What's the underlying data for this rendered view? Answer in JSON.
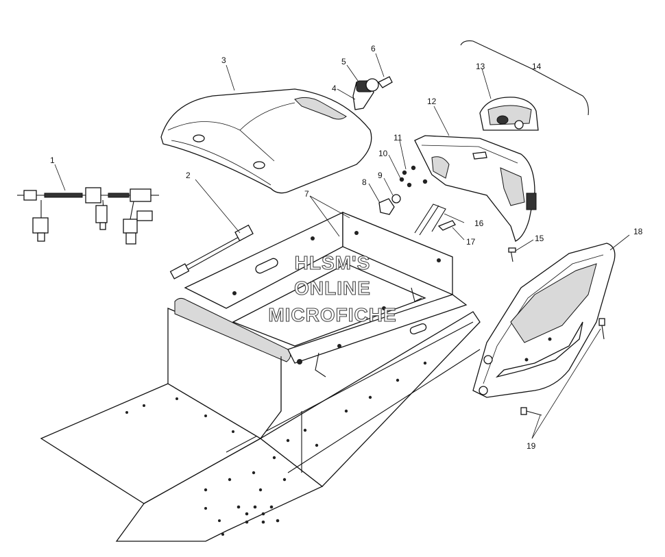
{
  "callouts": [
    "1",
    "2",
    "3",
    "4",
    "5",
    "6",
    "7",
    "8",
    "9",
    "10",
    "11",
    "12",
    "13",
    "14",
    "15",
    "16",
    "17",
    "18",
    "19"
  ],
  "watermark": {
    "line1": "HLSM'S",
    "line2": "ONLINE",
    "line3": "MICROFICHE"
  }
}
